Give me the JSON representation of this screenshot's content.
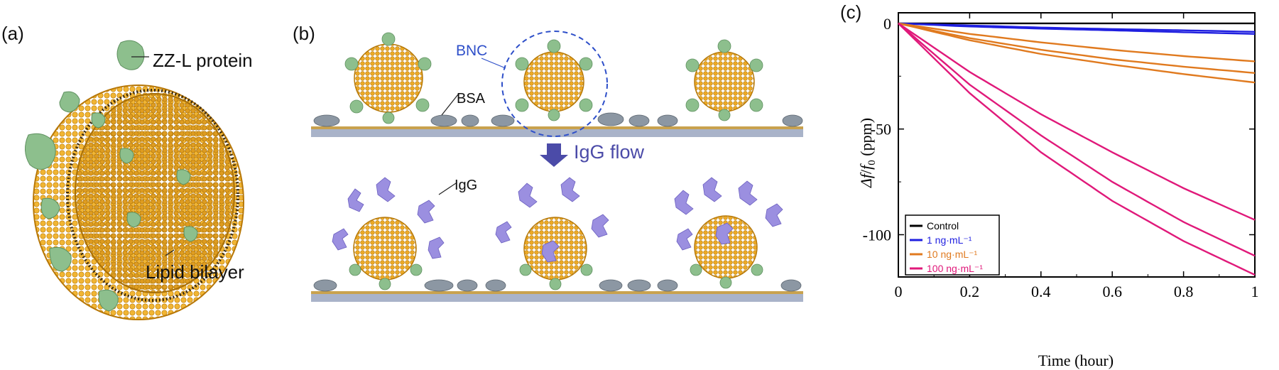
{
  "panels": {
    "a": {
      "label": "(a)",
      "annotations": {
        "protein": "ZZ-L protein",
        "bilayer": "Lipid bilayer"
      }
    },
    "b": {
      "label": "(b)",
      "annotations": {
        "bnc": "BNC",
        "bsa": "BSA",
        "flow": "IgG flow",
        "igg": "IgG"
      }
    },
    "c": {
      "label": "(c)"
    }
  },
  "colors": {
    "gold": "#E8A21B",
    "gold_dark": "#B77A0A",
    "protein_green": "#8DBF8D",
    "igg_purple": "#9B8FE0",
    "bsa_gray": "#8C97A3",
    "substrate": "#A9B3C9",
    "substrate_top": "#C9A24E",
    "bnc_circle": "#2E4FC9",
    "flow_arrow": "#4B4BA8"
  },
  "chart_data": {
    "type": "line",
    "xlabel": "Time (hour)",
    "ylabel": "Δf/f0  (ppm)",
    "xlim": [
      0,
      1
    ],
    "ylim": [
      -120,
      5
    ],
    "xticks": [
      "0",
      "0.2",
      "0.4",
      "0.6",
      "0.8",
      "1"
    ],
    "yticks": [
      "0",
      "-50",
      "-100"
    ],
    "ytick_values": [
      0,
      -50,
      -100
    ],
    "xtick_values": [
      0,
      0.2,
      0.4,
      0.6,
      0.8,
      1
    ],
    "legend": {
      "placement": "bottom-left"
    },
    "series": [
      {
        "name": "Control",
        "color": "#000000",
        "x": [
          0,
          0.2,
          0.4,
          0.6,
          0.8,
          1.0
        ],
        "y": [
          0,
          0,
          0,
          0,
          0,
          0
        ]
      },
      {
        "name": "1 ng·mL⁻¹",
        "color": "#1F1FE0",
        "x": [
          0,
          0.2,
          0.4,
          0.6,
          0.8,
          1.0
        ],
        "y": [
          0,
          -1.5,
          -2.5,
          -3.3,
          -4.2,
          -5
        ]
      },
      {
        "name": "1 ng·mL⁻¹",
        "color": "#1F1FE0",
        "x": [
          0,
          0.2,
          0.4,
          0.6,
          0.8,
          1.0
        ],
        "y": [
          0,
          -1,
          -2,
          -2.7,
          -3.3,
          -4
        ]
      },
      {
        "name": "10 ng·mL⁻¹",
        "color": "#E07A1F",
        "x": [
          0,
          0.2,
          0.4,
          0.6,
          0.8,
          1.0
        ],
        "y": [
          0,
          -5,
          -9,
          -12.5,
          -15.5,
          -18
        ]
      },
      {
        "name": "10 ng·mL⁻¹",
        "color": "#E07A1F",
        "x": [
          0,
          0.2,
          0.4,
          0.6,
          0.8,
          1.0
        ],
        "y": [
          0,
          -7,
          -12.5,
          -17,
          -20.5,
          -23.5
        ]
      },
      {
        "name": "10 ng·mL⁻¹",
        "color": "#E07A1F",
        "x": [
          0,
          0.2,
          0.4,
          0.6,
          0.8,
          1.0
        ],
        "y": [
          0,
          -8,
          -14.5,
          -19.5,
          -24,
          -28
        ]
      },
      {
        "name": "100 ng·mL⁻¹",
        "color": "#E0197A",
        "x": [
          0,
          0.2,
          0.4,
          0.6,
          0.8,
          1.0
        ],
        "y": [
          0,
          -23,
          -43,
          -61,
          -78,
          -93
        ]
      },
      {
        "name": "100 ng·mL⁻¹",
        "color": "#E0197A",
        "x": [
          0,
          0.2,
          0.4,
          0.6,
          0.8,
          1.0
        ],
        "y": [
          0,
          -29,
          -53,
          -75,
          -94,
          -110
        ]
      },
      {
        "name": "100 ng·mL⁻¹",
        "color": "#E0197A",
        "x": [
          0,
          0.2,
          0.4,
          0.6,
          0.8,
          1.0
        ],
        "y": [
          0,
          -33,
          -61,
          -84,
          -103,
          -119
        ]
      }
    ],
    "legend_entries": [
      {
        "label": "Control",
        "color": "#000000"
      },
      {
        "label": "1 ng·mL⁻¹",
        "color": "#1F1FE0"
      },
      {
        "label": "10 ng·mL⁻¹",
        "color": "#E07A1F"
      },
      {
        "label": "100 ng·mL⁻¹",
        "color": "#E0197A"
      }
    ]
  }
}
